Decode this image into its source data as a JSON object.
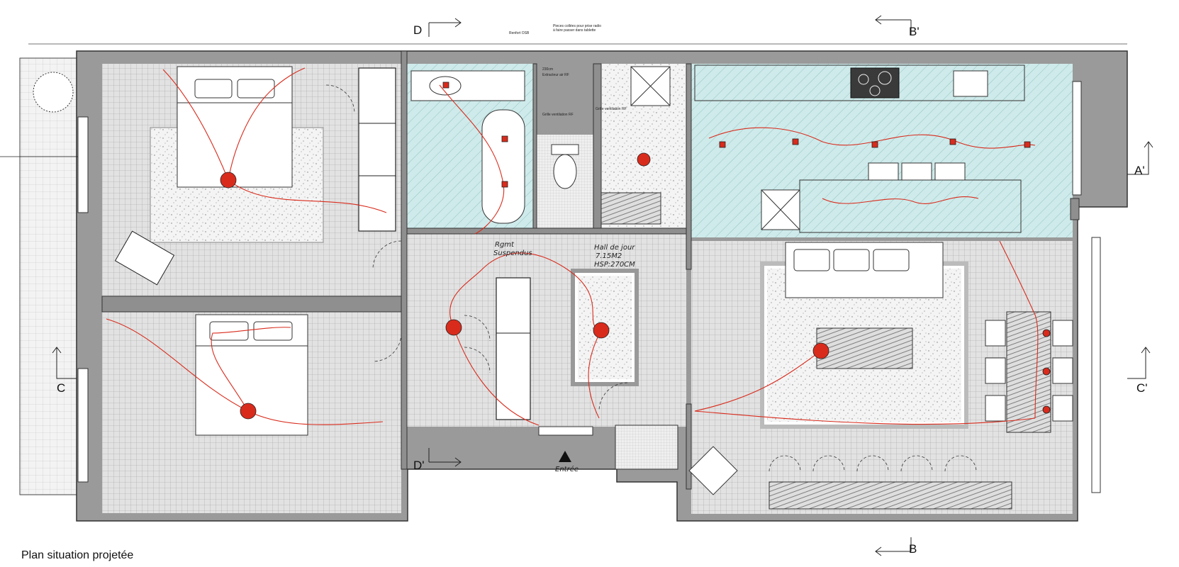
{
  "caption": "Plan situation projetée",
  "section_markers": {
    "d_top": "D",
    "d_bottom": "D'",
    "b_top": "B'",
    "b_bottom": "B",
    "a_right": "A'",
    "c_left": "C",
    "c_right": "C'"
  },
  "hall": {
    "name": "Hall de jour",
    "area": "7.15M2",
    "height": "HSP:270CM"
  },
  "storage_note": {
    "line1": "Rgmt",
    "line2": "Suspendus"
  },
  "entrance_label": "Entrée",
  "annotations": {
    "renfort_osb": "Renfort OSB",
    "pieces_collees": "Pieces collées pour prise radio",
    "pieces_collees_2": "à faire passer dans tablette",
    "extracteur_1": "Extracteur air RF",
    "extracteur_2": "230cm",
    "grille_1": "Grille ventilation RF",
    "grille_2": "Grille ventilation RF"
  },
  "colors": {
    "wall": "#9a9a9a",
    "wall_stroke": "#333333",
    "floor": "#dcdcdc",
    "wet_area": "#c9e8e8",
    "electric": "#d92b1c",
    "ink": "#222222"
  }
}
